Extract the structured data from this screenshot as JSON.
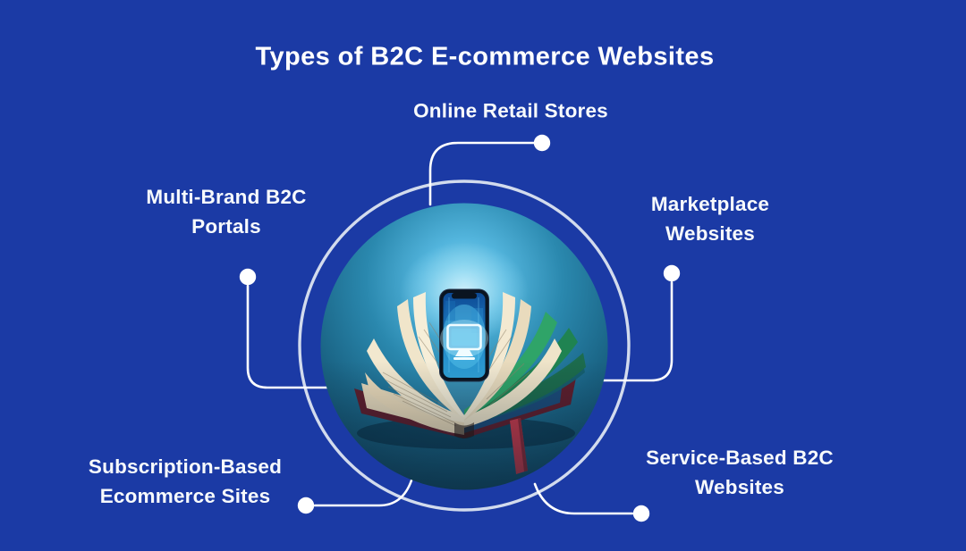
{
  "title": "Types of B2C E-commerce Websites",
  "nodes": [
    {
      "id": "online-retail-stores",
      "lines": [
        "Online Retail Stores"
      ]
    },
    {
      "id": "multi-brand-b2c-portals",
      "lines": [
        "Multi-Brand B2C",
        "Portals"
      ]
    },
    {
      "id": "marketplace-websites",
      "lines": [
        "Marketplace",
        "Websites"
      ]
    },
    {
      "id": "subscription-based-ecommerce-sites",
      "lines": [
        "Subscription-Based",
        "Ecommerce Sites"
      ]
    },
    {
      "id": "service-based-b2c-websites",
      "lines": [
        "Service-Based B2C",
        "Websites"
      ]
    }
  ],
  "illustration": {
    "description": "Open book with green and cream pages and a smartphone hovering above, its glowing screen showing a computer monitor icon"
  },
  "colors": {
    "background": "#1b3aa5",
    "text": "#f7fafc",
    "connector": "#ffffff",
    "ring": "#dce4f0",
    "circle_glow": "#8fd9f1",
    "circle_edge": "#0f4259"
  }
}
